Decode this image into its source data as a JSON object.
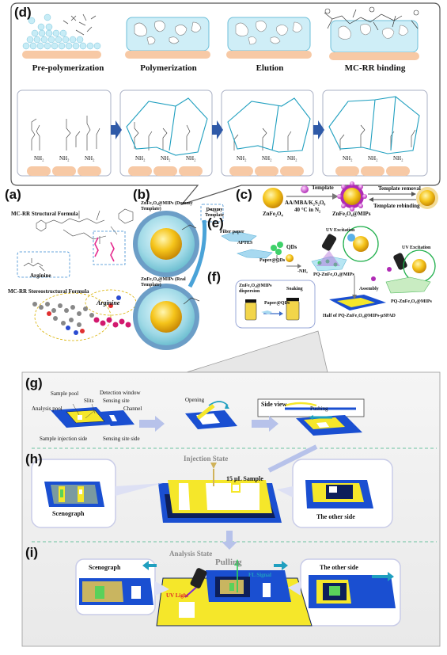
{
  "panels": {
    "a": "(a)",
    "b": "(b)",
    "c": "(c)",
    "d": "(d)",
    "e": "(e)",
    "f": "(f)",
    "g": "(g)",
    "h": "(h)",
    "i": "(i)"
  },
  "d": {
    "stages": [
      "Pre-polymerization",
      "Polymerization",
      "Elution",
      "MC-RR binding"
    ],
    "nh2": "NH₂"
  },
  "a": {
    "structural_formula": "MC-RR Structural Formula",
    "arginine": "Arginine",
    "stereo_formula": "MC-RR Stereostructural Formula",
    "arginine2": "Arginine"
  },
  "b": {
    "dummy_label": "ZnFe₂O₄@MIPs (Dummy Template)",
    "dummy_template": "Dummy Template",
    "real_label": "ZnFe₂O₄@MIPs (Real Template)"
  },
  "c": {
    "template": "Template",
    "conditions1": "AA/MBA/K₂S₂O₈",
    "conditions2": "40 °C in N₂",
    "znfe": "ZnFe₂O₄",
    "znfe_mips": "ZnFe₂O₄@MIPs",
    "removal": "Template removal",
    "rebinding": "Template rebinding"
  },
  "e": {
    "filter_paper": "Filter paper",
    "qds": "QDs",
    "aptes": "APTES",
    "paper_qds": "Paper@QDs",
    "nh2": "-NH₂",
    "uv1": "UV Excitation",
    "uv2": "UV Excitation",
    "pq1": "PQ-ZnFe₂O₄@MIPs",
    "pq2": "PQ-ZnFe₂O₄@MIPs"
  },
  "f": {
    "dispersion": "ZnFe₂O₄@MIPs dispersion",
    "paper_qds": "Paper@QDs",
    "soaking": "Soaking",
    "assembly": "Assembly",
    "half": "Half of PQ-ZnFe₂O₄@MIPs-μSPAD"
  },
  "g": {
    "sample_pool": "Sample pool",
    "detection_window": "Detection window",
    "slits": "Slits",
    "sensing_site": "Sensing site",
    "analysis_pool": "Analysis pool",
    "channel": "Channel",
    "opening": "Opening",
    "pushing": "Pushing",
    "side_view": "Side view",
    "injection_side": "Sample injection side",
    "sensing_side": "Sensing site side"
  },
  "h": {
    "state": "Injection State",
    "sample": "15 μL Sample",
    "scenograph": "Scenograph",
    "other": "The other side"
  },
  "i": {
    "state": "Analysis State",
    "scenograph": "Scenograph",
    "pulling": "Pulling",
    "other": "The other side",
    "uv": "UV Light",
    "fl": "FL Signal"
  },
  "colors": {
    "blue": "#1a4fd1",
    "yellow": "#f5e72a",
    "navy": "#0d1f5a",
    "peach": "#f7c9a5",
    "cyan": "#1f9fbf"
  }
}
